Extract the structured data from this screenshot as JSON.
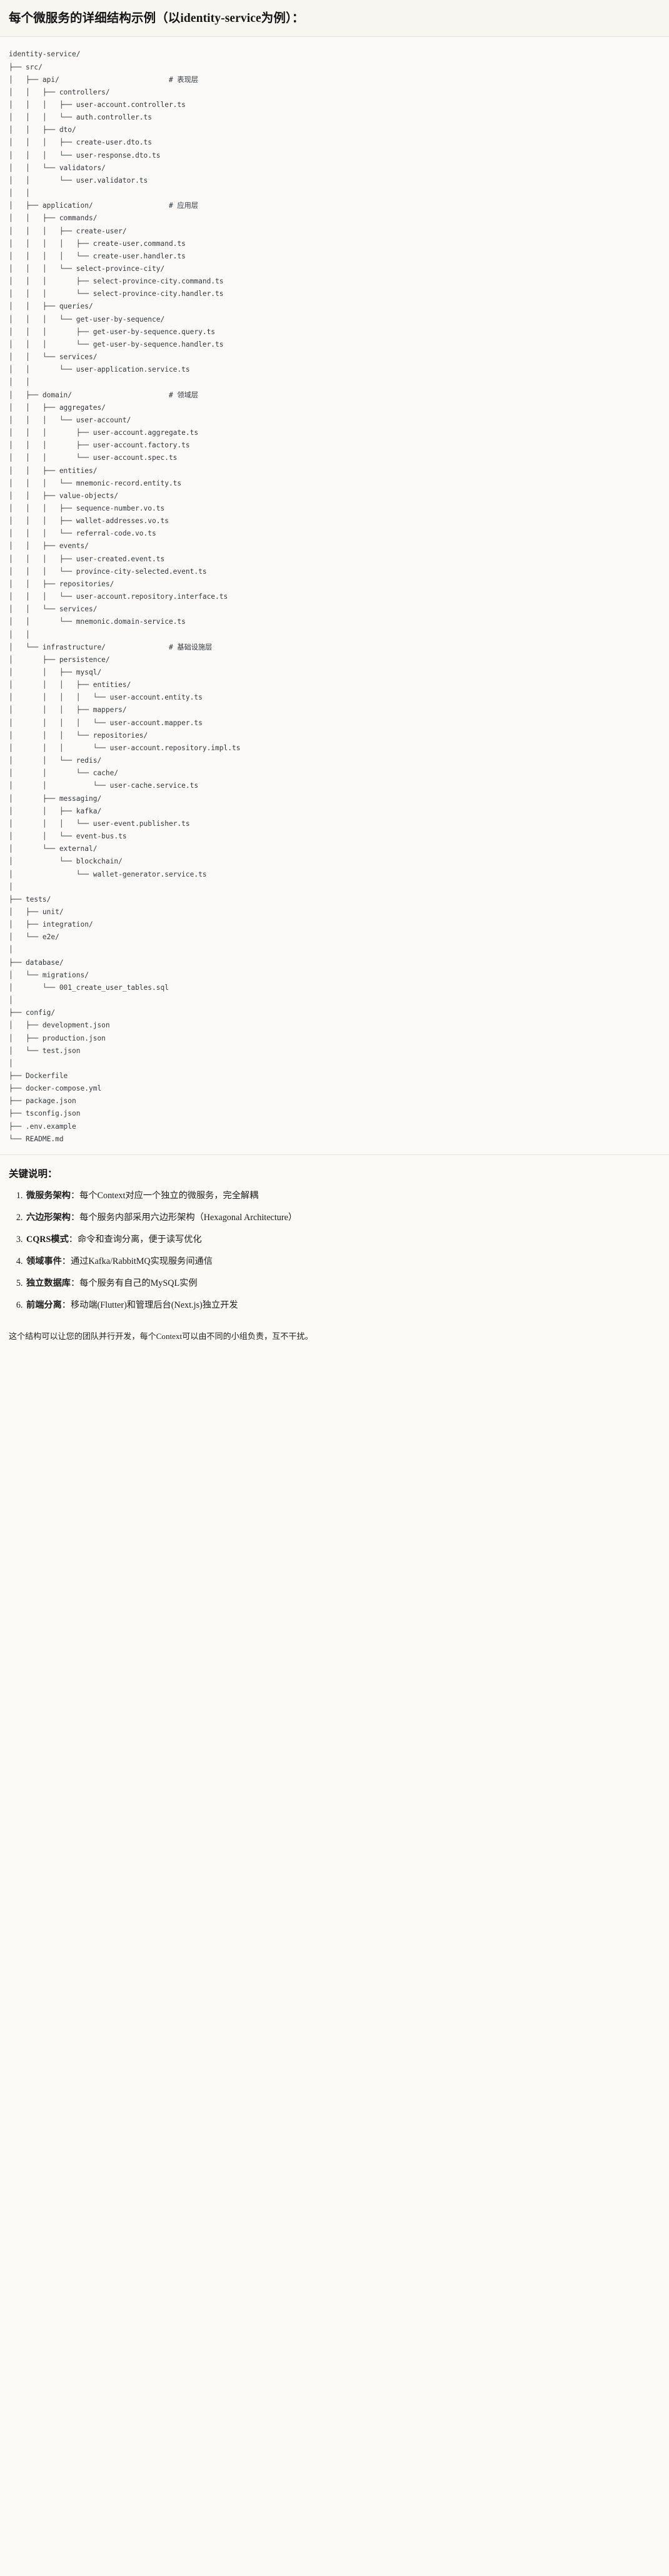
{
  "header": {
    "title": "每个微服务的详细结构示例（以identity-service为例）："
  },
  "tree": {
    "root": "identity-service/",
    "comments": {
      "api": "# 表现层",
      "application": "# 应用层",
      "domain": "# 领域层",
      "infrastructure": "# 基础设施层"
    },
    "text": "identity-service/\n├── src/\n│   ├── api/                          # 表现层\n│   │   ├── controllers/\n│   │   │   ├── user-account.controller.ts\n│   │   │   └── auth.controller.ts\n│   │   ├── dto/\n│   │   │   ├── create-user.dto.ts\n│   │   │   └── user-response.dto.ts\n│   │   └── validators/\n│   │       └── user.validator.ts\n│   │\n│   ├── application/                  # 应用层\n│   │   ├── commands/\n│   │   │   ├── create-user/\n│   │   │   │   ├── create-user.command.ts\n│   │   │   │   └── create-user.handler.ts\n│   │   │   └── select-province-city/\n│   │   │       ├── select-province-city.command.ts\n│   │   │       └── select-province-city.handler.ts\n│   │   ├── queries/\n│   │   │   └── get-user-by-sequence/\n│   │   │       ├── get-user-by-sequence.query.ts\n│   │   │       └── get-user-by-sequence.handler.ts\n│   │   └── services/\n│   │       └── user-application.service.ts\n│   │\n│   ├── domain/                       # 领域层\n│   │   ├── aggregates/\n│   │   │   └── user-account/\n│   │   │       ├── user-account.aggregate.ts\n│   │   │       ├── user-account.factory.ts\n│   │   │       └── user-account.spec.ts\n│   │   ├── entities/\n│   │   │   └── mnemonic-record.entity.ts\n│   │   ├── value-objects/\n│   │   │   ├── sequence-number.vo.ts\n│   │   │   ├── wallet-addresses.vo.ts\n│   │   │   └── referral-code.vo.ts\n│   │   ├── events/\n│   │   │   ├── user-created.event.ts\n│   │   │   └── province-city-selected.event.ts\n│   │   ├── repositories/\n│   │   │   └── user-account.repository.interface.ts\n│   │   └── services/\n│   │       └── mnemonic.domain-service.ts\n│   │\n│   └── infrastructure/               # 基础设施层\n│       ├── persistence/\n│       │   ├── mysql/\n│       │   │   ├── entities/\n│       │   │   │   └── user-account.entity.ts\n│       │   │   ├── mappers/\n│       │   │   │   └── user-account.mapper.ts\n│       │   │   └── repositories/\n│       │   │       └── user-account.repository.impl.ts\n│       │   └── redis/\n│       │       └── cache/\n│       │           └── user-cache.service.ts\n│       ├── messaging/\n│       │   ├── kafka/\n│       │   │   └── user-event.publisher.ts\n│       │   └── event-bus.ts\n│       └── external/\n│           └── blockchain/\n│               └── wallet-generator.service.ts\n│\n├── tests/\n│   ├── unit/\n│   ├── integration/\n│   └── e2e/\n│\n├── database/\n│   └── migrations/\n│       └── 001_create_user_tables.sql\n│\n├── config/\n│   ├── development.json\n│   ├── production.json\n│   └── test.json\n│\n├── Dockerfile\n├── docker-compose.yml\n├── package.json\n├── tsconfig.json\n├── .env.example\n└── README.md"
  },
  "keypoints": {
    "title": "关键说明：",
    "items": [
      {
        "term": "微服务架构",
        "desc": "：每个Context对应一个独立的微服务，完全解耦"
      },
      {
        "term": "六边形架构",
        "desc": "：每个服务内部采用六边形架构（Hexagonal Architecture）"
      },
      {
        "term": "CQRS模式",
        "desc": "：命令和查询分离，便于读写优化"
      },
      {
        "term": "领域事件",
        "desc": "：通过Kafka/RabbitMQ实现服务间通信"
      },
      {
        "term": "独立数据库",
        "desc": "：每个服务有自己的MySQL实例"
      },
      {
        "term": "前端分离",
        "desc": "：移动端(Flutter)和管理后台(Next.js)独立开发"
      }
    ]
  },
  "closing": {
    "text": "这个结构可以让您的团队并行开发，每个Context可以由不同的小组负责，互不干扰。"
  },
  "colors": {
    "page_bg": "#fbfaf7",
    "header_bg": "#f7f6f1",
    "text": "#1c1c1c",
    "code_text": "#33373d",
    "rule": "#e3e1da"
  }
}
